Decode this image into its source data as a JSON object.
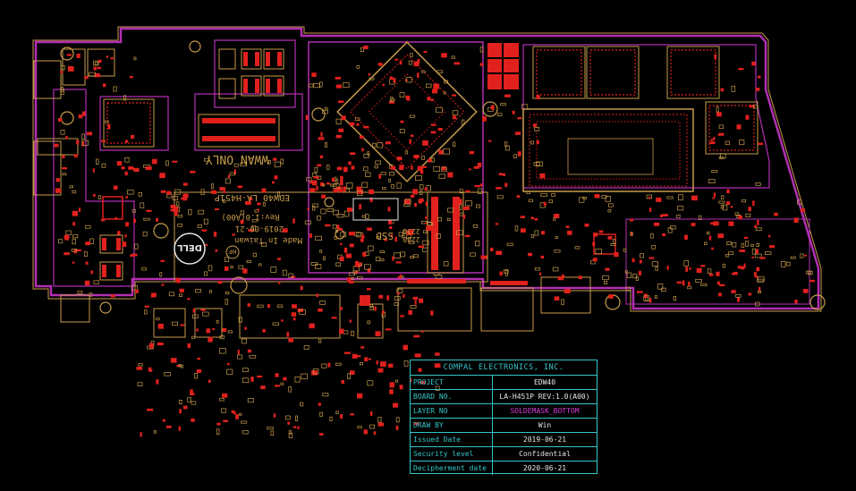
{
  "board_text": {
    "wwan": "WWAN ONLY",
    "board_id": "EDW40 LA-H451P",
    "rev": "Rev:1.0(A00)",
    "date": "2019-06-21",
    "made_in": "Made In Taiwan",
    "ssd_2230": "2230",
    "ssd_2280": "2280",
    "ssd": "SSD",
    "dell": "DELL",
    "hf": "HF"
  },
  "title_block": {
    "company": "COMPAL ELECTRONICS, INC.",
    "rows": [
      {
        "label": "PROJECT",
        "value": "EDW40"
      },
      {
        "label": "BOARD NO.",
        "value": "LA-H451P REV:1.0(A00)"
      },
      {
        "label": "LAYER NO",
        "value": "SOLDEMASK_BOTTOM"
      },
      {
        "label": "DRAW BY",
        "value": "Win"
      },
      {
        "label": "Issued Date",
        "value": "2019-06-21"
      },
      {
        "label": "Security level",
        "value": "Confidential"
      },
      {
        "label": "Decipherment date",
        "value": "2020-06-21"
      }
    ]
  },
  "colors": {
    "outline": "#b32fb3",
    "silkscreen": "#c89b4a",
    "pad": "#e0211d",
    "title_block": "#35c5c8"
  }
}
